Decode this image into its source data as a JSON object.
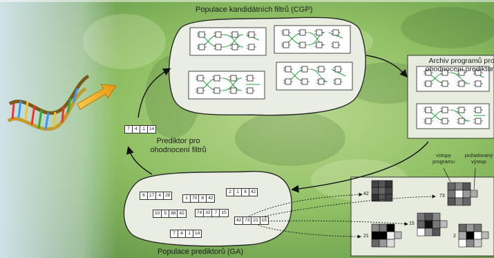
{
  "labels": {
    "cgp_population": "Populace kandidátních filtrů (CGP)",
    "archive_line1": "Archiv programů pro",
    "archive_line2": "ohodnocení prediktorů",
    "predictor_line1": "Prediktor pro",
    "predictor_line2": "ohodnocení filtrů",
    "ga_population": "Populace prediktorů (GA)",
    "inputs_line1": "vstupy",
    "inputs_line2": "programu",
    "output_line1": "požadovaný",
    "output_line2": "výstup"
  },
  "best_predictor": [
    "7",
    "4",
    "1",
    "14"
  ],
  "ga_predictors": [
    [
      "6",
      "17",
      "4",
      "28"
    ],
    [
      "1",
      "70",
      "8",
      "42"
    ],
    [
      "2",
      "1",
      "8",
      "42"
    ],
    [
      "10",
      "5",
      "88",
      "42"
    ],
    [
      "74",
      "32",
      "7",
      "15"
    ],
    [
      "42",
      "73",
      "21",
      "15"
    ],
    [
      "7",
      "4",
      "1",
      "14"
    ]
  ],
  "window_indices": [
    "42",
    "73",
    "15",
    "21",
    "2"
  ],
  "colors": {
    "background_green": "#7fae5a",
    "panel_fill": "#e8ecdf",
    "wire_green": "#1fa33a",
    "arrow_gold": "#f2b21a"
  }
}
